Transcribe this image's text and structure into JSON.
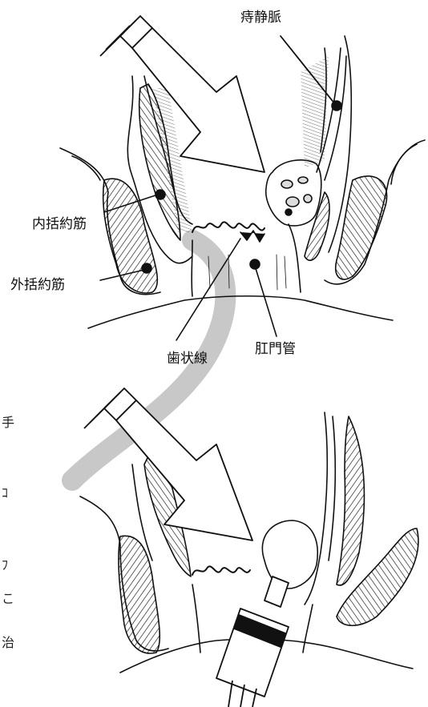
{
  "labels": {
    "hemorrhoid_vein": "痔静脈",
    "internal_sphincter": "内括約筋",
    "external_sphincter": "外括約筋",
    "dentate_line": "歯状線",
    "anal_canal": "肛門管"
  },
  "edge_fragments": [
    "手",
    "ｺ",
    "ﾌ",
    "こ",
    "治"
  ],
  "colors": {
    "line": "#111111",
    "watermark": "#c8c8c8",
    "background": "#ffffff"
  },
  "icons": [
    "syringe-arrow",
    "anal-canal-cross-section",
    "injection-syringe"
  ]
}
